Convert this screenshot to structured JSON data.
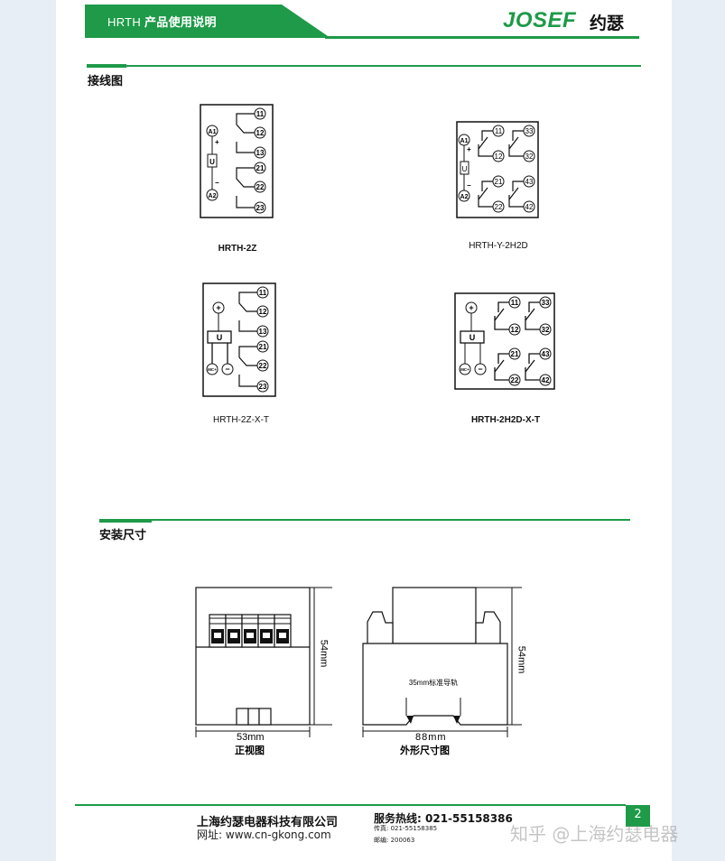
{
  "header": {
    "title_en": "HRTH",
    "title_cn": "产品使用说明",
    "logo_en": "JOSEF",
    "logo_cn": "约瑟",
    "accent": "#1e9a48"
  },
  "sections": {
    "wiring": {
      "title": "接线图",
      "diagrams": [
        {
          "caption": "HRTH-2Z",
          "terminals": [
            "A1",
            "A2",
            "11",
            "12",
            "13",
            "21",
            "22",
            "23"
          ],
          "coil": "U"
        },
        {
          "caption": "HRTH-Y-2H2D",
          "terminals": [
            "A1",
            "A2",
            "11",
            "12",
            "33",
            "32",
            "21",
            "22",
            "43",
            "42"
          ],
          "coil": "U"
        },
        {
          "caption": "HRTH-2Z-X-T",
          "terminals": [
            "+",
            "MC+",
            "-",
            "11",
            "12",
            "13",
            "21",
            "22",
            "23"
          ],
          "coil": "U"
        },
        {
          "caption": "HRTH-2H2D-X-T",
          "terminals": [
            "+",
            "MC+",
            "-",
            "11",
            "12",
            "33",
            "32",
            "21",
            "22",
            "43",
            "42"
          ],
          "coil": "U"
        }
      ]
    },
    "install": {
      "title": "安装尺寸",
      "front_view": {
        "width_label": "53mm",
        "height_label": "54mm",
        "caption": "正视图"
      },
      "side_view": {
        "width_label": "88mm",
        "height_label": "54mm",
        "rail_label": "35mm标准导轨",
        "caption": "外形尺寸图"
      }
    }
  },
  "footer": {
    "company": "上海约瑟电器科技有限公司",
    "website_label": "网址:",
    "website": "www.cn-gkong.com",
    "hotline_label": "服务热线:",
    "hotline": "021-55158386",
    "fax_label": "传真:",
    "fax": "021-55158385",
    "zip_label": "邮编:",
    "zip": "200063",
    "page_number": "2",
    "watermark": "知乎 @上海约瑟电器"
  }
}
